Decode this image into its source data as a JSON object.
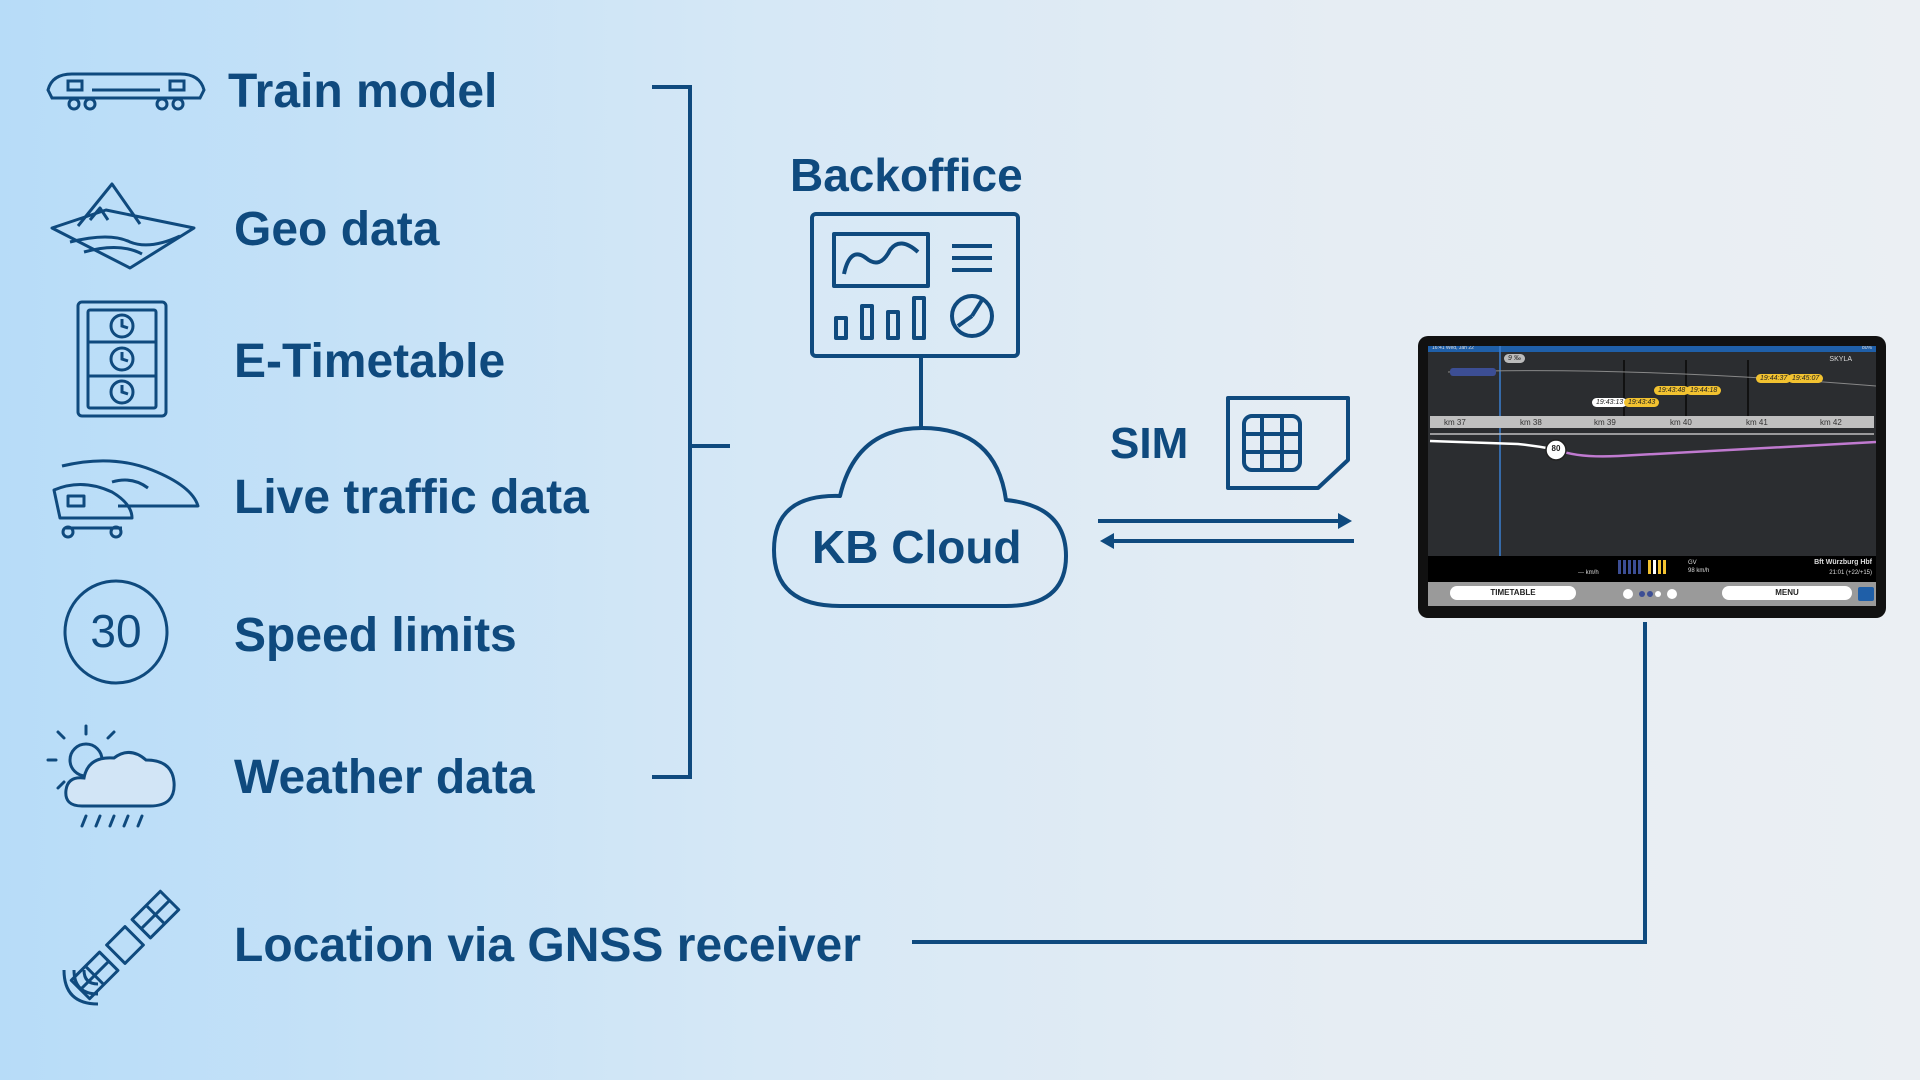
{
  "sources": [
    {
      "label": "Train model",
      "icon": "train-icon"
    },
    {
      "label": "Geo data",
      "icon": "map-terrain-icon"
    },
    {
      "label": "E-Timetable",
      "icon": "timetable-clock-icon"
    },
    {
      "label": "Live traffic data",
      "icon": "trains-traffic-icon"
    },
    {
      "label": "Speed limits",
      "icon": "speed-limit-sign-icon",
      "sign_value": "30"
    },
    {
      "label": "Weather data",
      "icon": "weather-cloud-icon"
    },
    {
      "label": "Location via GNSS receiver",
      "icon": "satellite-icon"
    }
  ],
  "backoffice": {
    "label": "Backoffice",
    "icon": "dashboard-monitor-icon"
  },
  "cloud": {
    "label": "KB Cloud",
    "icon": "cloud-icon"
  },
  "sim": {
    "label": "SIM",
    "icon": "sim-card-icon"
  },
  "tablet": {
    "status_left": "16:41  Wed, Jan 22",
    "status_right": "80%",
    "gradient_badge": "9 ‰",
    "brand": "SKYLA",
    "km_markers": [
      "km 37",
      "km 38",
      "km 39",
      "km 40",
      "km 41",
      "km 42"
    ],
    "time_tags": [
      "19:43:13",
      "19:43:43",
      "19:43:48",
      "19:44:18",
      "19:44:37",
      "19:45:07"
    ],
    "speed_sign": "80",
    "speed_readout": "--- km/h",
    "gv_label": "GV",
    "gv_speed": "98 km/h",
    "station": "Bft Würzburg Hbf",
    "station_time": "21:01 (+22/+15)",
    "timetable_button": "TIMETABLE",
    "menu_button": "MENU"
  },
  "colors": {
    "primary": "#0f4a7e",
    "accent_yellow": "#f2c230",
    "profile_line": "#c07ad0"
  }
}
